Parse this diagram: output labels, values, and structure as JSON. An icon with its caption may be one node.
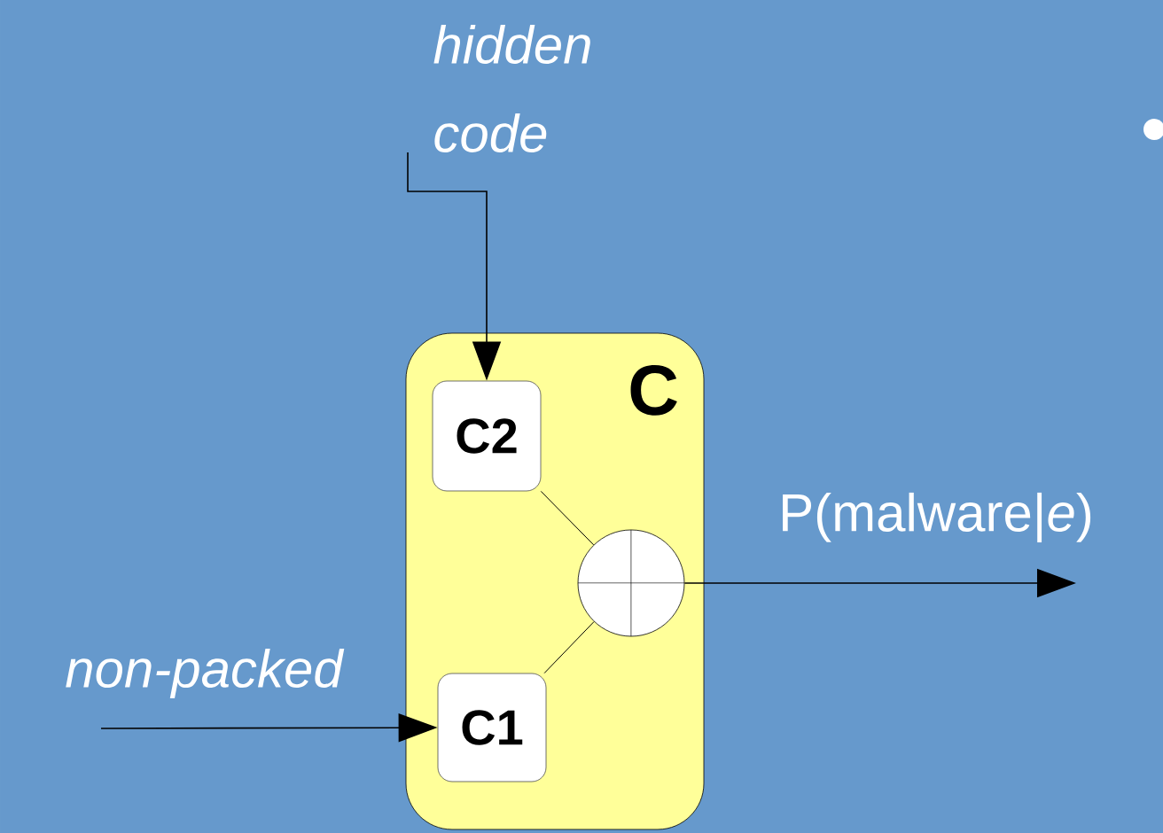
{
  "diagram": {
    "nodes": [
      {
        "text": [
          "C"
        ]
      },
      {
        "text": [
          "C2"
        ],
        "in": 0
      },
      {
        "text": [],
        "shape": "circle",
        "in": 0
      },
      {
        "text": [
          "C1"
        ],
        "in": 0
      }
    ],
    "edges": [
      {
        "from": null,
        "to": 1,
        "arrow": "to",
        "label": "hidden code"
      },
      {
        "from": null,
        "to": 3,
        "arrow": "to",
        "label": "non-packed"
      },
      {
        "from": 1,
        "to": 2,
        "arrow": "none"
      },
      {
        "from": 3,
        "to": 2,
        "arrow": "none"
      },
      {
        "from": 2,
        "to": null,
        "arrow": "to",
        "label": "P(malware|*e*)"
      }
    ]
  }
}
